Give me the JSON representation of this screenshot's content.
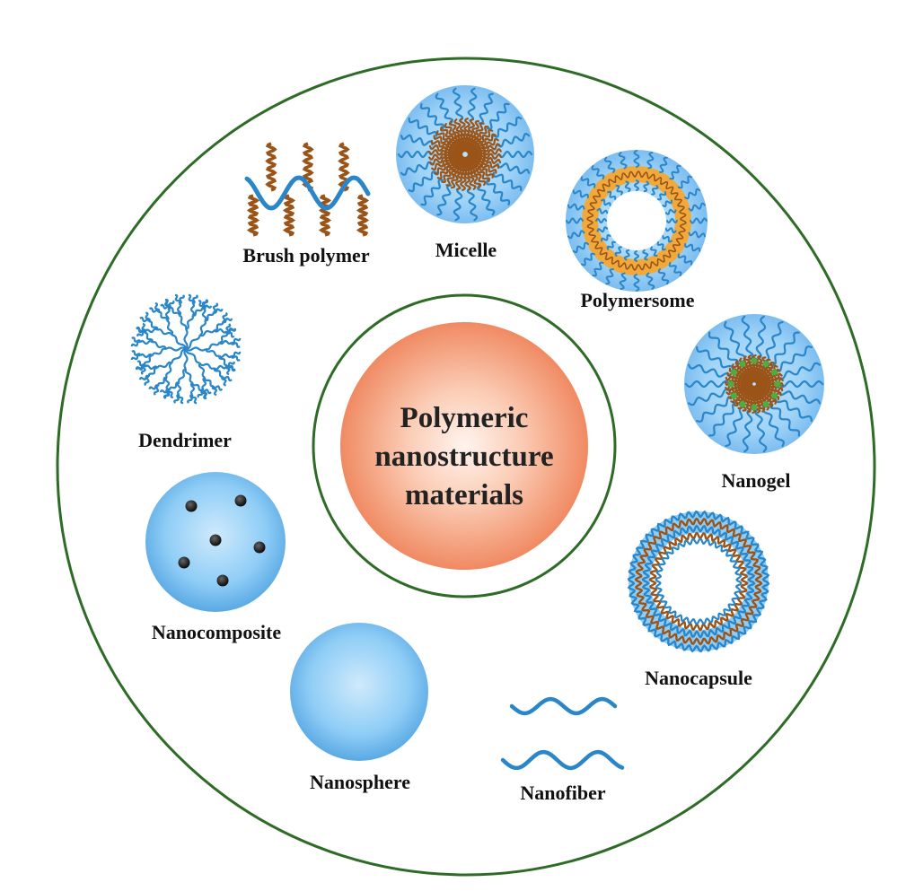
{
  "center": {
    "line1": "Polymeric",
    "line2": "nanostructure",
    "line3": "materials"
  },
  "items": {
    "brush_polymer": "Brush polymer",
    "micelle": "Micelle",
    "polymersome": "Polymersome",
    "dendrimer": "Dendrimer",
    "nanogel": "Nanogel",
    "nanocomposite": "Nanocomposite",
    "nanocapsule": "Nanocapsule",
    "nanosphere": "Nanosphere",
    "nanofiber": "Nanofiber"
  },
  "colors": {
    "ring": "#2e6b26",
    "blue_chain": "#2a86c8",
    "brown_chain": "#9a5418",
    "orange_band": "#f2a93b",
    "green_crosslink": "#4cae3f",
    "sphere_blue": "#5eb3ec",
    "center_fill": "#f4926f"
  }
}
